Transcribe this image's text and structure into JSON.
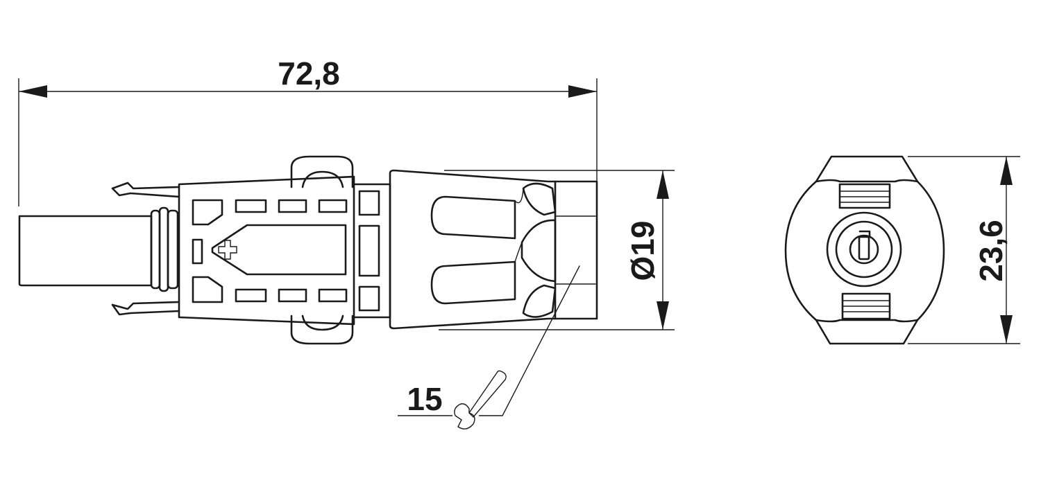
{
  "dimensions": {
    "overall_length": "72,8",
    "diameter": "Ø19",
    "height": "23,6",
    "wrench_size": "15"
  },
  "icons": {
    "wrench": "open-end-wrench-icon",
    "polarity": "plus-sign-icon"
  }
}
